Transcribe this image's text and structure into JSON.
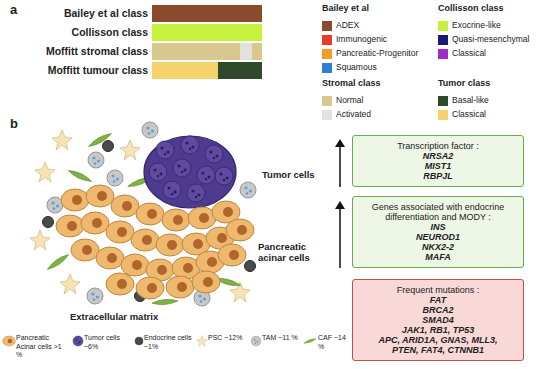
{
  "diagram": {
    "nodes": [
      {
        "text": [
          "Transcription factor :",
          "NRSA2",
          "MIST1",
          "RBPJL"
        ]
      },
      {
        "text": [
          "Genes associated with endocrine differentiation and MODY :",
          "INS",
          "NEUROD1",
          "NKX2-2",
          "MAFA"
        ]
      },
      {
        "text": [
          "Frequent mutations :",
          "FAT",
          "BRCA2",
          "SMAD4",
          "JAK1, RB1, TP53",
          "APC, ARID1A, GNAS, MLL3,",
          "PTEN, FAT4, CTNNB1"
        ]
      }
    ],
    "labels": [
      "a",
      "Bailey et al class",
      "Collisson class",
      "Moffitt stromal class",
      "Moffitt tumour class",
      "Bailey et al",
      "Collisson class",
      "Stromal class",
      "Tumor class",
      "b",
      "Tumor cells",
      "Pancreatic acinar cells",
      "Extracellular matrix"
    ],
    "legend": [
      {
        "text": "ADEX",
        "color": "#8b4a2b"
      },
      {
        "text": "Immunogenic",
        "color": "#e8392b"
      },
      {
        "text": "Pancreatic-Progenitor",
        "color": "#f39c2a"
      },
      {
        "text": "Squamous",
        "color": "#2f7fd6"
      },
      {
        "text": "Exocrine-like",
        "color": "#c5f23d"
      },
      {
        "text": "Quasi-mesenchymal",
        "color": "#1b1a7a"
      },
      {
        "text": "Classical",
        "color": "#a02cc8"
      },
      {
        "text": "Normal",
        "color": "#d8c78f"
      },
      {
        "text": "Activated",
        "color": "#e2e2dc"
      },
      {
        "text": "Basal-like",
        "color": "#2f4a2a"
      },
      {
        "text": "Classical",
        "color": "#f6d36a"
      },
      {
        "text": "Pancreatic Acinar cells >1 %"
      },
      {
        "text": "Tumor cells ~6%"
      },
      {
        "text": "Endocrine cells ~1%"
      },
      {
        "text": "PSC ~12%"
      },
      {
        "text": "TAM ~11 %"
      },
      {
        "text": "CAF ~14 %"
      }
    ]
  }
}
